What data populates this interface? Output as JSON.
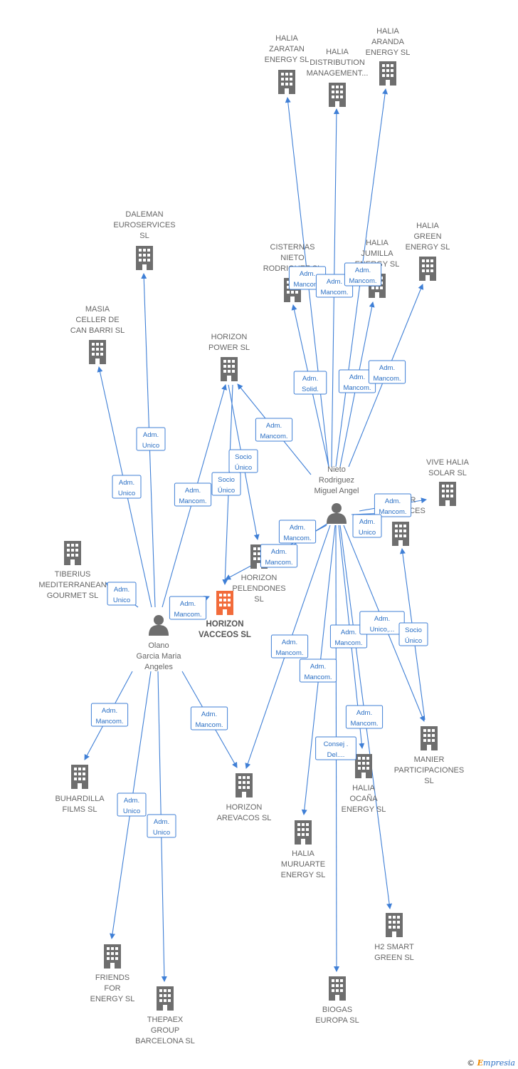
{
  "colors": {
    "edge": "#3f7fd6",
    "building": "#6e6e6e",
    "building_main": "#f26b3a",
    "person": "#6e6e6e"
  },
  "nodes": [
    {
      "id": "halia_zaratan",
      "type": "company",
      "lines": [
        "HALIA",
        "ZARATAN",
        "ENERGY  SL"
      ]
    },
    {
      "id": "halia_distribution",
      "type": "company",
      "lines": [
        "HALIA",
        "DISTRIBUTION",
        "MANAGEMENT..."
      ]
    },
    {
      "id": "halia_aranda",
      "type": "company",
      "lines": [
        "HALIA",
        "ARANDA",
        "ENERGY  SL"
      ]
    },
    {
      "id": "daleman",
      "type": "company",
      "lines": [
        "DALEMAN",
        "EUROSERVICES",
        "SL"
      ]
    },
    {
      "id": "cisternas",
      "type": "company",
      "lines": [
        "CISTERNAS",
        "NIETO",
        "RODRIGUEZ SL"
      ]
    },
    {
      "id": "halia_jumilla",
      "type": "company",
      "lines": [
        "HALIA",
        "JUMILLA",
        "ENERGY  SL"
      ]
    },
    {
      "id": "halia_green",
      "type": "company",
      "lines": [
        "HALIA",
        "GREEN",
        "ENERGY  SL"
      ]
    },
    {
      "id": "masia",
      "type": "company",
      "lines": [
        "MASIA",
        "CELLER DE",
        "CAN BARRI  SL"
      ]
    },
    {
      "id": "horizon_power",
      "type": "company",
      "lines": [
        "HORIZON",
        "POWER  SL"
      ]
    },
    {
      "id": "vive_halia",
      "type": "company",
      "lines": [
        "VIVE HALIA",
        "SOLAR  SL"
      ]
    },
    {
      "id": "manier_res",
      "type": "company",
      "lines": [
        "MANIER",
        "RESOURCES"
      ]
    },
    {
      "id": "tiberius",
      "type": "company",
      "lines": [
        "TIBERIUS",
        "MEDITERRANEAN",
        "GOURMET  SL"
      ]
    },
    {
      "id": "horizon_pelendones",
      "type": "company",
      "lines": [
        "HORIZON",
        "PELENDONES",
        "SL"
      ]
    },
    {
      "id": "horizon_vacceos",
      "type": "main",
      "lines": [
        "HORIZON",
        "VACCEOS  SL"
      ]
    },
    {
      "id": "buhardilla",
      "type": "company",
      "lines": [
        "BUHARDILLA",
        "FILMS  SL"
      ]
    },
    {
      "id": "horizon_arevacos",
      "type": "company",
      "lines": [
        "HORIZON",
        "AREVACOS  SL"
      ]
    },
    {
      "id": "halia_ocana",
      "type": "company",
      "lines": [
        "HALIA",
        "OCAÑA",
        "ENERGY  SL"
      ]
    },
    {
      "id": "manier_part",
      "type": "company",
      "lines": [
        "MANIER",
        "PARTICIPACIONES",
        "SL"
      ]
    },
    {
      "id": "halia_muruarte",
      "type": "company",
      "lines": [
        "HALIA",
        "MURUARTE",
        "ENERGY  SL"
      ]
    },
    {
      "id": "h2_smart",
      "type": "company",
      "lines": [
        "H2 SMART",
        "GREEN  SL"
      ]
    },
    {
      "id": "friends",
      "type": "company",
      "lines": [
        "FRIENDS",
        "FOR",
        "ENERGY  SL"
      ]
    },
    {
      "id": "thepaex",
      "type": "company",
      "lines": [
        "THEPAEX",
        "GROUP",
        "BARCELONA  SL"
      ]
    },
    {
      "id": "biogas",
      "type": "company",
      "lines": [
        "BIOGAS",
        "EUROPA  SL"
      ]
    },
    {
      "id": "nieto",
      "type": "person",
      "lines": [
        "Nieto",
        "Rodriguez",
        "Miguel Angel"
      ]
    },
    {
      "id": "olano",
      "type": "person",
      "lines": [
        "Olano",
        "Garcia Maria",
        "Angeles"
      ]
    }
  ],
  "relations": [
    {
      "from": "nieto",
      "to": "halia_zaratan",
      "lines": [
        "Adm.",
        "Mancom."
      ]
    },
    {
      "from": "nieto",
      "to": "halia_distribution",
      "lines": [
        "Adm.",
        "Mancom."
      ]
    },
    {
      "from": "nieto",
      "to": "halia_aranda",
      "lines": [
        "Adm.",
        "Mancom."
      ]
    },
    {
      "from": "nieto",
      "to": "cisternas",
      "lines": [
        "Adm.",
        "Solid."
      ]
    },
    {
      "from": "nieto",
      "to": "halia_jumilla",
      "lines": [
        "Adm.",
        "Mancom."
      ]
    },
    {
      "from": "nieto",
      "to": "halia_green",
      "lines": [
        "Adm.",
        "Mancom."
      ]
    },
    {
      "from": "nieto",
      "to": "horizon_power",
      "lines": [
        "Adm.",
        "Mancom."
      ]
    },
    {
      "from": "nieto",
      "to": "vive_halia",
      "lines": [
        "Adm.",
        "Mancom."
      ]
    },
    {
      "from": "nieto",
      "to": "manier_res",
      "lines": [
        "Adm.",
        "Unico"
      ]
    },
    {
      "from": "nieto",
      "to": "horizon_pelendones",
      "lines": [
        "Adm.",
        "Mancom."
      ]
    },
    {
      "from": "nieto",
      "to": "horizon_vacceos",
      "lines": [
        "Adm.",
        "Mancom."
      ]
    },
    {
      "from": "nieto",
      "to": "horizon_arevacos",
      "lines": [
        "Adm.",
        "Mancom."
      ]
    },
    {
      "from": "nieto",
      "to": "halia_muruarte",
      "lines": [
        "Adm.",
        "Mancom."
      ]
    },
    {
      "from": "nieto",
      "to": "halia_ocana",
      "lines": [
        "Adm.",
        "Mancom."
      ]
    },
    {
      "from": "nieto",
      "to": "manier_part",
      "lines": [
        "Adm.",
        "Unico,..."
      ]
    },
    {
      "from": "nieto",
      "to": "h2_smart",
      "lines": [
        "Adm.",
        "Mancom."
      ]
    },
    {
      "from": "nieto",
      "to": "biogas",
      "lines": [
        "Consej .",
        "Del...."
      ]
    },
    {
      "from": "manier_part",
      "to": "manier_res",
      "lines": [
        "Socio",
        "Único"
      ]
    },
    {
      "from": "horizon_power",
      "to": "horizon_pelendones",
      "lines": [
        "Socio",
        "Único"
      ]
    },
    {
      "from": "horizon_power",
      "to": "horizon_vacceos",
      "lines": [
        "Socio",
        "Único"
      ]
    },
    {
      "from": "olano",
      "to": "daleman",
      "lines": [
        "Adm.",
        "Unico"
      ]
    },
    {
      "from": "olano",
      "to": "masia",
      "lines": [
        "Adm.",
        "Unico"
      ]
    },
    {
      "from": "olano",
      "to": "horizon_power",
      "lines": [
        "Adm.",
        "Mancom."
      ]
    },
    {
      "from": "olano",
      "to": "tiberius",
      "lines": [
        "Adm.",
        "Unico"
      ]
    },
    {
      "from": "olano",
      "to": "horizon_vacceos",
      "lines": [
        "Adm.",
        "Mancom."
      ]
    },
    {
      "from": "olano",
      "to": "buhardilla",
      "lines": [
        "Adm.",
        "Mancom."
      ]
    },
    {
      "from": "olano",
      "to": "horizon_arevacos",
      "lines": [
        "Adm.",
        "Mancom."
      ]
    },
    {
      "from": "olano",
      "to": "friends",
      "lines": [
        "Adm.",
        "Unico"
      ]
    },
    {
      "from": "olano",
      "to": "thepaex",
      "lines": [
        "Adm.",
        "Unico"
      ]
    }
  ],
  "footer": {
    "copyright": "©",
    "brand": "mpresia",
    "brand_e": "E"
  }
}
